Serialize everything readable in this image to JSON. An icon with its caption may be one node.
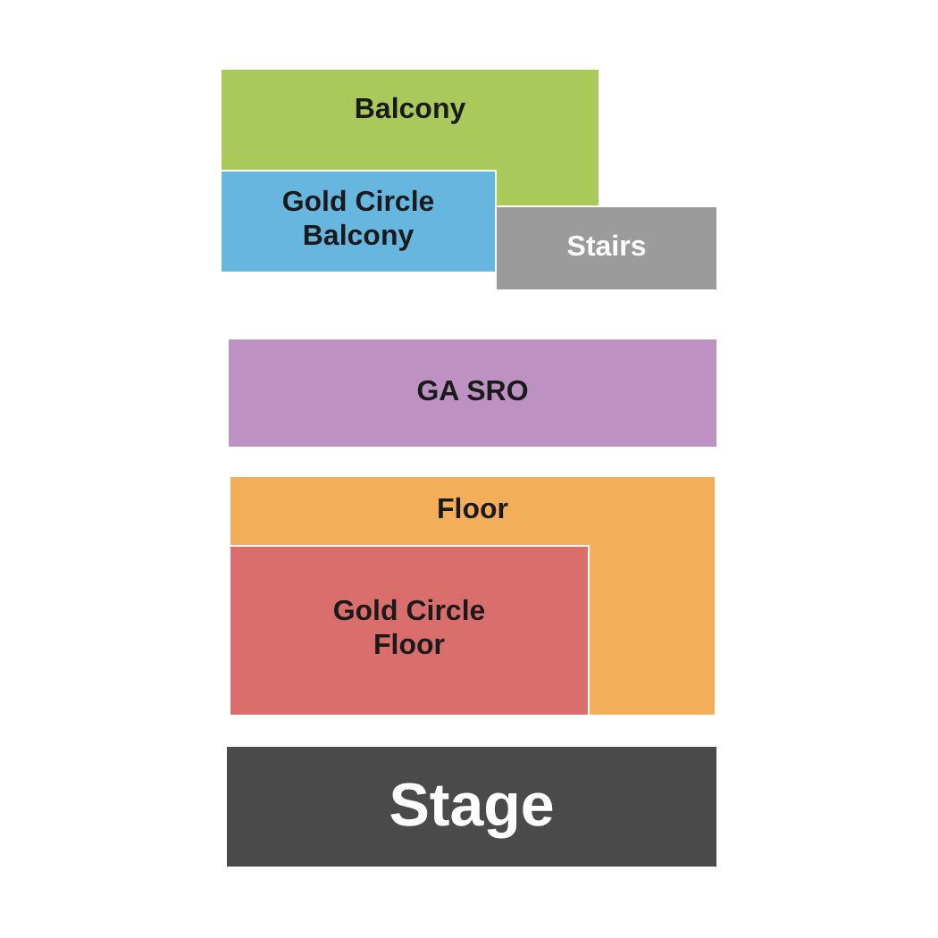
{
  "diagram": {
    "nodes": [
      {
        "text": [
          "Balcony"
        ]
      },
      {
        "text": [
          "Gold Circle Balcony"
        ]
      },
      {
        "text": [
          "Stairs"
        ]
      },
      {
        "text": [
          "GA SRO"
        ]
      },
      {
        "text": [
          "Floor"
        ]
      },
      {
        "text": [
          "Gold Circle Floor"
        ],
        "in": 4
      },
      {
        "text": [
          "Stage"
        ]
      }
    ]
  }
}
